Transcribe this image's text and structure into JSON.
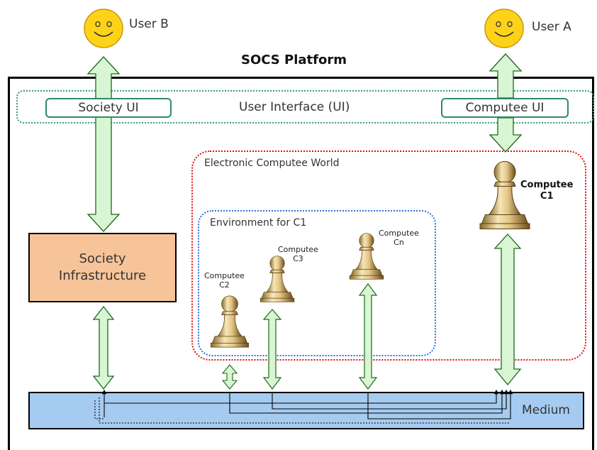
{
  "platform": {
    "title": "SOCS Platform"
  },
  "users": {
    "user_b": "User B",
    "user_a": "User A"
  },
  "ui": {
    "band_label": "User Interface (UI)",
    "society_ui": "Society UI",
    "computee_ui": "Computee UI"
  },
  "world": {
    "label": "Electronic Computee World"
  },
  "environment": {
    "label": "Environment for C1"
  },
  "society_infrastructure": {
    "line1": "Society",
    "line2": "Infrastructure"
  },
  "computees": {
    "c1": {
      "line1": "Computee",
      "line2": "C1"
    },
    "c2": {
      "line1": "Computee",
      "line2": "C2"
    },
    "c3": {
      "line1": "Computee",
      "line2": "C3"
    },
    "cn": {
      "line1": "Computee",
      "line2": "Cn"
    }
  },
  "medium": {
    "label": "Medium"
  },
  "colors": {
    "arrow_fill": "#d8f5d4",
    "society_fill": "#f7c49a",
    "medium_fill": "#a6cbf0",
    "world_border": "#e01010",
    "environment_border": "#2e6fd6",
    "ui_border": "#2e8a6a",
    "smiley_fill": "#ffd21a"
  },
  "icons": [
    "smiley-face-icon",
    "chess-pawn-icon"
  ]
}
